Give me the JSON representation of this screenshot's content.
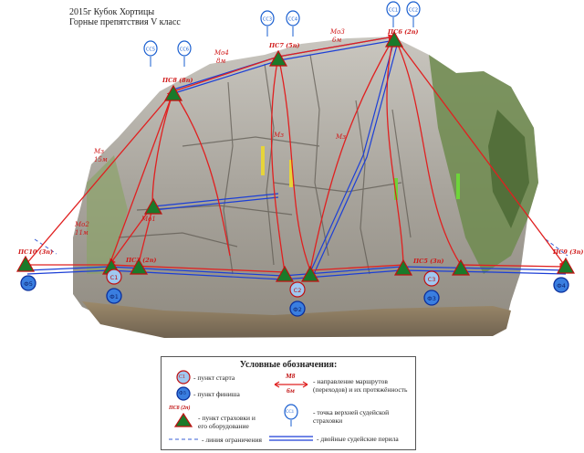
{
  "header": {
    "line1": "2015г Кубок Хортицы",
    "line2": "Горные препятствия V класс"
  },
  "stations": [
    {
      "id": "ps10",
      "label": "ПС10 (3п)"
    },
    {
      "id": "ps8",
      "label": "ПС8 (8п)"
    },
    {
      "id": "ps_top",
      "label": "ПС7 (5п)"
    },
    {
      "id": "ps6",
      "label": "ПС6 (2п)"
    },
    {
      "id": "ps9",
      "label": "ПС9 (3п)"
    },
    {
      "id": "ps3",
      "label": "ПС3 (2п)"
    },
    {
      "id": "ps5",
      "label": "ПС5 (3п)"
    }
  ],
  "route_labels": [
    "Мо4",
    "8м",
    "Мо3",
    "6м",
    "Мз",
    "15м",
    "Мо2",
    "11м",
    "Мо1",
    "Мз",
    "Мз"
  ],
  "judge_points": [
    "СС1",
    "СС2",
    "СС3",
    "СС4",
    "СС5",
    "СС6"
  ],
  "start_points": [
    "С1",
    "С2",
    "С3"
  ],
  "finish_points": [
    "Ф1",
    "Ф2",
    "Ф3",
    "Ф4",
    "Ф5"
  ],
  "legend": {
    "title": "Условные обозначения:",
    "start_icon": "С1",
    "start_text": "- пункт старта",
    "finish_icon": "Ф3",
    "finish_text": "- пункт финиша",
    "belay_label": "ПС8 (2п)",
    "belay_text": "- пункт страховки и его оборудование",
    "limit_text": "- линия ограничения",
    "route_label_top": "М8",
    "route_label_bottom": "6м",
    "route_text": "- направление маршрутов (переходов) и их протяжённость",
    "judge_icon": "СС1",
    "judge_text": "- точка верхней судейской страховки",
    "rails_text": "- двойные судейские перила"
  },
  "colors": {
    "route": "#e02020",
    "rail": "#1c3fd6",
    "marker_fill": "#1a7a2a",
    "start_fill": "#9fc8f0",
    "judge_stroke": "#1a5fd0"
  }
}
